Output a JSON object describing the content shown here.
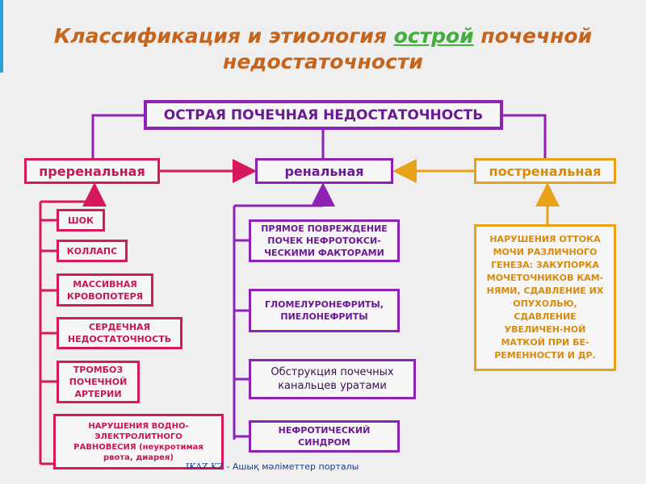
{
  "title": {
    "part1": "Классификация и этиология ",
    "highlight": "острой",
    "part2": " почечной",
    "line2": "недостаточности"
  },
  "colors": {
    "prerenal": "#d6195c",
    "renal": "#8e22b5",
    "postrenal": "#e8a21a",
    "title": "#c4651f",
    "highlight": "#3fae3a"
  },
  "root": "ОСТРАЯ ПОЧЕЧНАЯ НЕДОСТАТОЧНОСТЬ",
  "categories": {
    "prerenal": "преренальная",
    "renal": "ренальная",
    "postrenal": "постренальная"
  },
  "prerenal_causes": [
    "ШОК",
    "КОЛЛАПС",
    "МАССИВНАЯ КРОВОПОТЕРЯ",
    "СЕРДЕЧНАЯ НЕДОСТАТОЧНОСТЬ",
    "ТРОМБОЗ ПОЧЕЧНОЙ АРТЕРИИ",
    "НАРУШЕНИЯ ВОДНО-ЭЛЕКТРОЛИТНОГО РАВНОВЕСИЯ (неукротимая рвота, диарея)"
  ],
  "renal_causes": [
    "ПРЯМОЕ ПОВРЕЖДЕНИЕ ПОЧЕК НЕФРОТОКСИ-ЧЕСКИМИ ФАКТОРАМИ",
    "ГЛОМЕЛУРОНЕФРИТЫ, ПИЕЛОНЕФРИТЫ",
    "Обструкция почечных канальцев уратами",
    "НЕФРОТИЧЕСКИЙ СИНДРОМ"
  ],
  "postrenal_causes": [
    "НАРУШЕНИЯ ОТТОКА МОЧИ РАЗЛИЧНОГО ГЕНЕЗА: ЗАКУПОРКА МОЧЕТОЧНИКОВ КАМ-НЯМИ, СДАВЛЕНИЕ ИХ ОПУХОЛЬЮ, СДАВЛЕНИЕ УВЕЛИЧЕН-НОЙ МАТКОЙ ПРИ БЕ-РЕМЕННОСТИ И ДР."
  ],
  "footer": {
    "brand": "IKAZ.KZ",
    "text": " - Ашық мәліметтер порталы"
  }
}
